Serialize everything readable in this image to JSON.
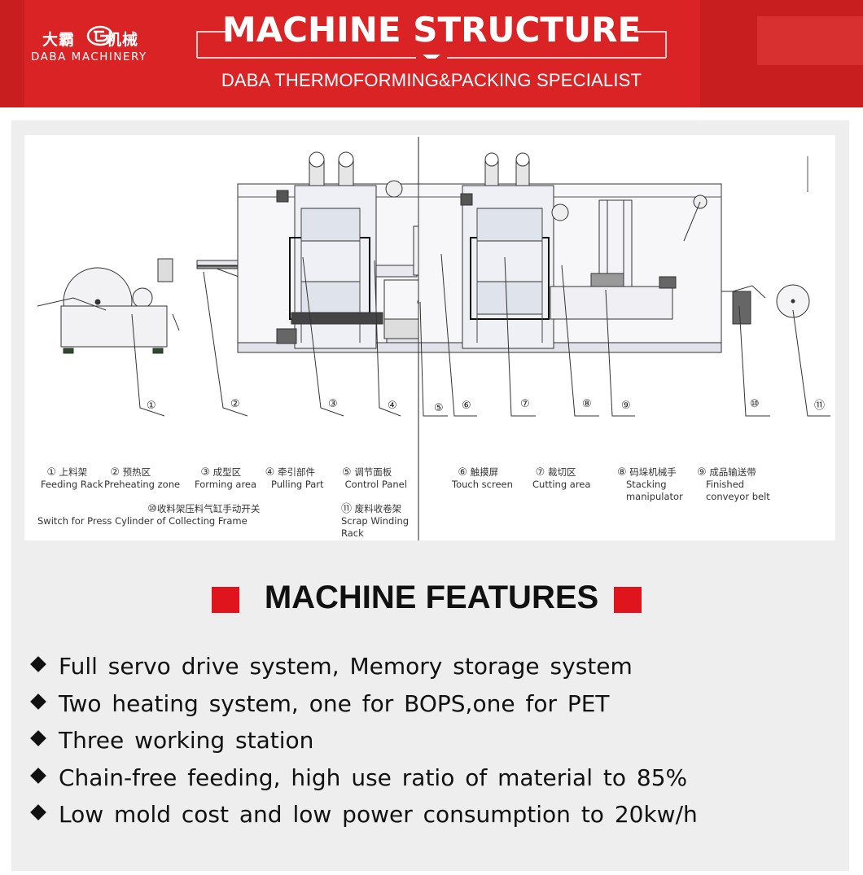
{
  "header": {
    "logo_cn_1": "大霸",
    "logo_cn_2": "机械",
    "logo_en": "DABA MACHINERY",
    "title": "MACHINE STRUCTURE",
    "subtitle": "DABA THERMOFORMING&PACKING SPECIALIST"
  },
  "legend": [
    {
      "num": "①",
      "cn": "上料架",
      "en": "Feeding Rack"
    },
    {
      "num": "②",
      "cn": "预热区",
      "en": "Preheating zone"
    },
    {
      "num": "③",
      "cn": "成型区",
      "en": "Forming area"
    },
    {
      "num": "④",
      "cn": "牵引部件",
      "en": "Pulling Part"
    },
    {
      "num": "⑤",
      "cn": "调节面板",
      "en": "Control Panel"
    },
    {
      "num": "⑥",
      "cn": "触摸屏",
      "en": "Touch screen"
    },
    {
      "num": "⑦",
      "cn": "裁切区",
      "en": "Cutting area"
    },
    {
      "num": "⑧",
      "cn": "码垛机械手",
      "en": "Stacking",
      "en2": "manipulator"
    },
    {
      "num": "⑨",
      "cn": "成品输送带",
      "en": "Finished",
      "en2": "conveyor belt"
    },
    {
      "num": "⑩",
      "cn": "收料架压料气缸手动开关",
      "en": "Switch for Press Cylinder of Collecting Frame"
    },
    {
      "num": "⑪",
      "cn": "废料收卷架",
      "en": "Scrap Winding",
      "en2": "Rack"
    }
  ],
  "callouts": [
    "①",
    "②",
    "③",
    "④",
    "⑤",
    "⑥",
    "⑦",
    "⑧",
    "⑨",
    "⑩",
    "⑪"
  ],
  "features": {
    "title": "MACHINE FEATURES",
    "items": [
      "Full servo drive system, Memory storage system",
      "Two heating system, one for BOPS,one for PET",
      "Three working station",
      "Chain-free feeding, high use ratio of material to 85%",
      "Low mold cost and low power consumption to 20kw/h"
    ]
  },
  "colors": {
    "brand_red": "#d92325",
    "accent_red": "#e0141c",
    "panel_gray": "#eeeeee"
  }
}
